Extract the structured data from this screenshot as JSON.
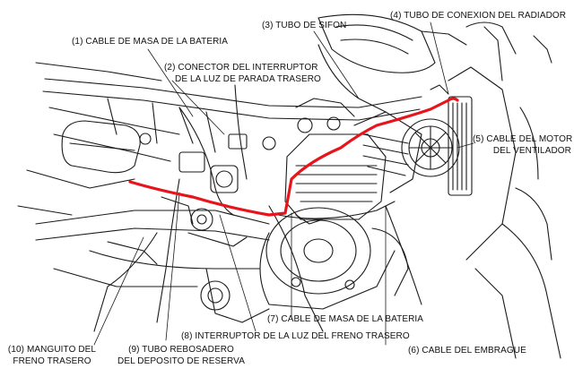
{
  "colors": {
    "ink": "#1a1a1a",
    "highlight": "#e8141b",
    "paper": "#ffffff",
    "hatch": "#555555"
  },
  "labels": {
    "l1": "(1) CABLE DE MASA DE LA BATERIA",
    "l2a": "(2) CONECTOR DEL INTERRUPTOR",
    "l2b": "DE LA LUZ DE PARADA TRASERO",
    "l3": "(3) TUBO DE SIFON",
    "l4": "(4) TUBO DE CONEXION DEL RADIADOR",
    "l5a": "(5) CABLE DEL MOTOR",
    "l5b": "DEL VENTILADOR",
    "l6": "(6) CABLE DEL EMBRAGUE",
    "l7": "(7) CABLE DE MASA DE LA BATERIA",
    "l8": "(8) INTERRUPTOR DE LA LUZ DEL FRENO TRASERO",
    "l9a": "(9) TUBO REBOSADERO",
    "l9b": "DEL DEPOSITO DE RESERVA",
    "l10a": "(10) MANGUITO DEL",
    "l10b": "FRENO TRASERO"
  }
}
